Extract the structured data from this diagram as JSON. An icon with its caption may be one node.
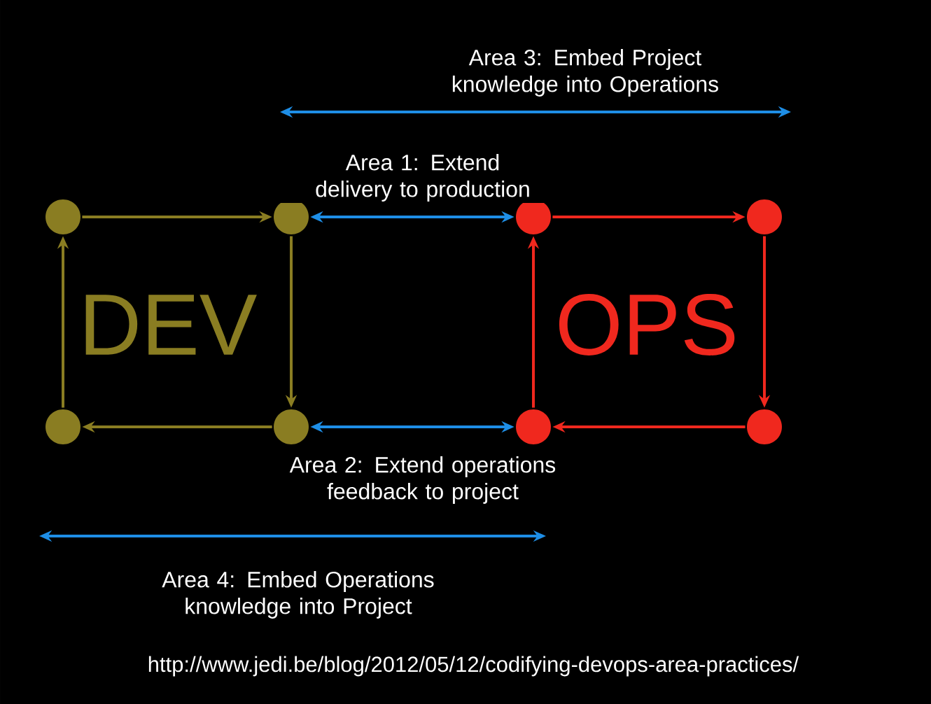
{
  "diagram": {
    "nodes": [
      {
        "text": [],
        "shape": "circle"
      },
      {
        "text": [],
        "shape": "circle"
      },
      {
        "text": [],
        "shape": "circle"
      },
      {
        "text": [],
        "shape": "circle"
      },
      {
        "text": [],
        "shape": "circle"
      },
      {
        "text": [],
        "shape": "circle"
      },
      {
        "text": [],
        "shape": "circle"
      },
      {
        "text": [],
        "shape": "circle"
      }
    ],
    "edges": [
      {
        "from": 0,
        "to": 1,
        "arrow": "to",
        "color": "#8a7d22"
      },
      {
        "from": 1,
        "to": 3,
        "arrow": "to",
        "color": "#8a7d22"
      },
      {
        "from": 3,
        "to": 2,
        "arrow": "to",
        "color": "#8a7d22"
      },
      {
        "from": 2,
        "to": 0,
        "arrow": "to",
        "color": "#8a7d22"
      },
      {
        "from": 6,
        "to": 4,
        "arrow": "to",
        "color": "#f0281e"
      },
      {
        "from": 4,
        "to": 5,
        "arrow": "to",
        "color": "#f0281e"
      },
      {
        "from": 5,
        "to": 7,
        "arrow": "to",
        "color": "#f0281e"
      },
      {
        "from": 7,
        "to": 6,
        "arrow": "to",
        "color": "#f0281e"
      },
      {
        "from": 1,
        "to": 4,
        "arrow": "both",
        "color": "#1e8ee6",
        "label": "Area 1: Extend delivery to production"
      },
      {
        "from": 3,
        "to": 6,
        "arrow": "both",
        "color": "#1e8ee6",
        "label": "Area 2: Extend operations feedback to project"
      }
    ],
    "labels": [
      "Area 3: Embed Project knowledge into Operations",
      "DEV",
      "OPS",
      "Area 4: Embed Operations knowledge into Project",
      "http://www.jedi.be/blog/2012/05/12/codifying-devops-area-practices/"
    ]
  }
}
